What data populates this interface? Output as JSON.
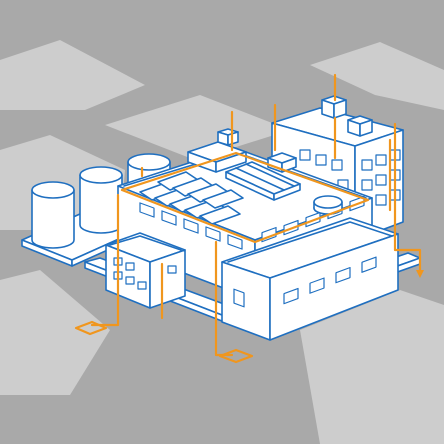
{
  "colors": {
    "background": "#a9a9a9",
    "ground_tile": "#cdcdcd",
    "building_fill": "#ffffff",
    "outline": "#1f6fc0",
    "utility_pipe": "#f0961e"
  },
  "scene": {
    "subject": "industrial-facility",
    "elements": [
      "storage-tank",
      "factory-building",
      "office-tower",
      "annex-building",
      "warehouse-wing",
      "solar-panel-array",
      "roof-vent-unit",
      "utility-pipes",
      "junction-boxes"
    ]
  }
}
